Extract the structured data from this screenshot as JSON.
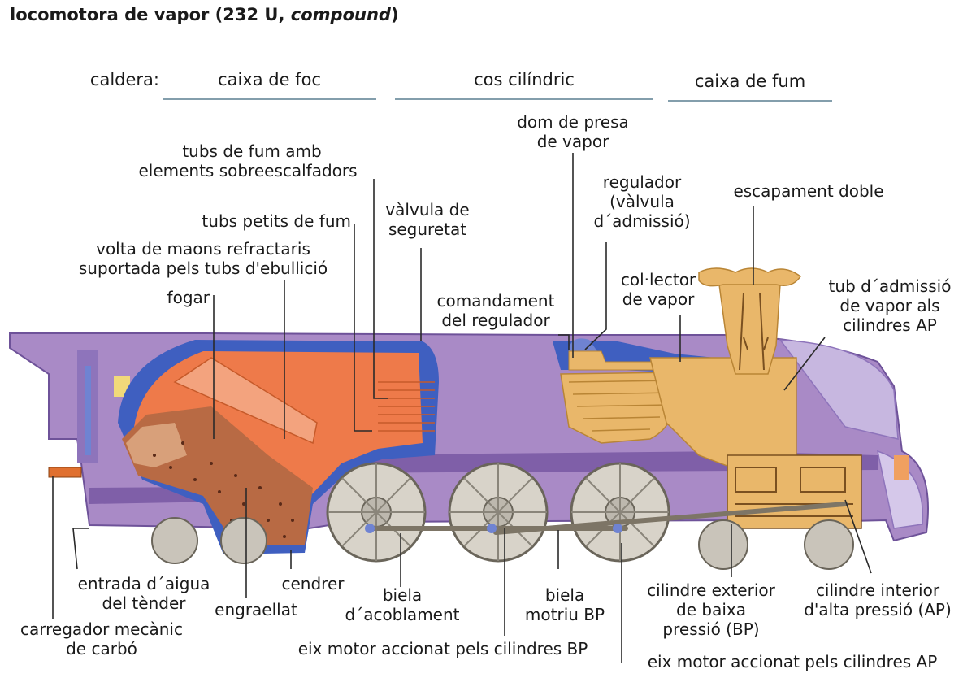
{
  "title": {
    "main": "locomotora de vapor (232 U, ",
    "italic": "compound",
    "close": ")"
  },
  "colors": {
    "body_purple": "#a98ac6",
    "body_dark": "#7f5fa8",
    "water_blue": "#3f5fc0",
    "fire_orange": "#ee7a4a",
    "steam_tan": "#e9b76a",
    "wheel_gray": "#bdb8ae",
    "leader_line": "#2a2a2a"
  },
  "boiler_sections": {
    "heading": "caldera:",
    "items": [
      "caixa de foc",
      "cos cilíndric",
      "caixa de fum"
    ]
  },
  "labels": {
    "tubs_fum_1": "tubs de fum amb",
    "tubs_fum_2": "elements sobreescalfadors",
    "tubs_petits": "tubs petits de fum",
    "valvula_1": "vàlvula de",
    "valvula_2": "seguretat",
    "volta_1": "volta de maons refractaris",
    "volta_2": "suportada pels tubs d'ebullició",
    "fogar": "fogar",
    "comandament_1": "comandament",
    "comandament_2": "del regulador",
    "dom_1": "dom de presa",
    "dom_2": "de vapor",
    "regulador_1": "regulador",
    "regulador_2": "(vàlvula",
    "regulador_3": "d´admissió)",
    "escapament": "escapament doble",
    "collector_1": "col·lector",
    "collector_2": "de vapor",
    "tub_adm_1": "tub d´admissió",
    "tub_adm_2": "de vapor als",
    "tub_adm_3": "cilindres AP",
    "entrada_1": "entrada d´aigua",
    "entrada_2": "del tènder",
    "cendrer": "cendrer",
    "biela_acob_1": "biela",
    "biela_acob_2": "d´acoblament",
    "biela_motriu_1": "biela",
    "biela_motriu_2": "motriu BP",
    "cil_ext_1": "cilindre exterior",
    "cil_ext_2": "de baixa",
    "cil_ext_3": "pressió (BP)",
    "cil_int_1": "cilindre interior",
    "cil_int_2": "d'alta pressió (AP)",
    "engraellat": "engraellat",
    "carregador_1": "carregador mecànic",
    "carregador_2": "de carbó",
    "eix_bp": "eix motor accionat pels cilindres BP",
    "eix_ap": "eix motor accionat pels cilindres AP"
  }
}
